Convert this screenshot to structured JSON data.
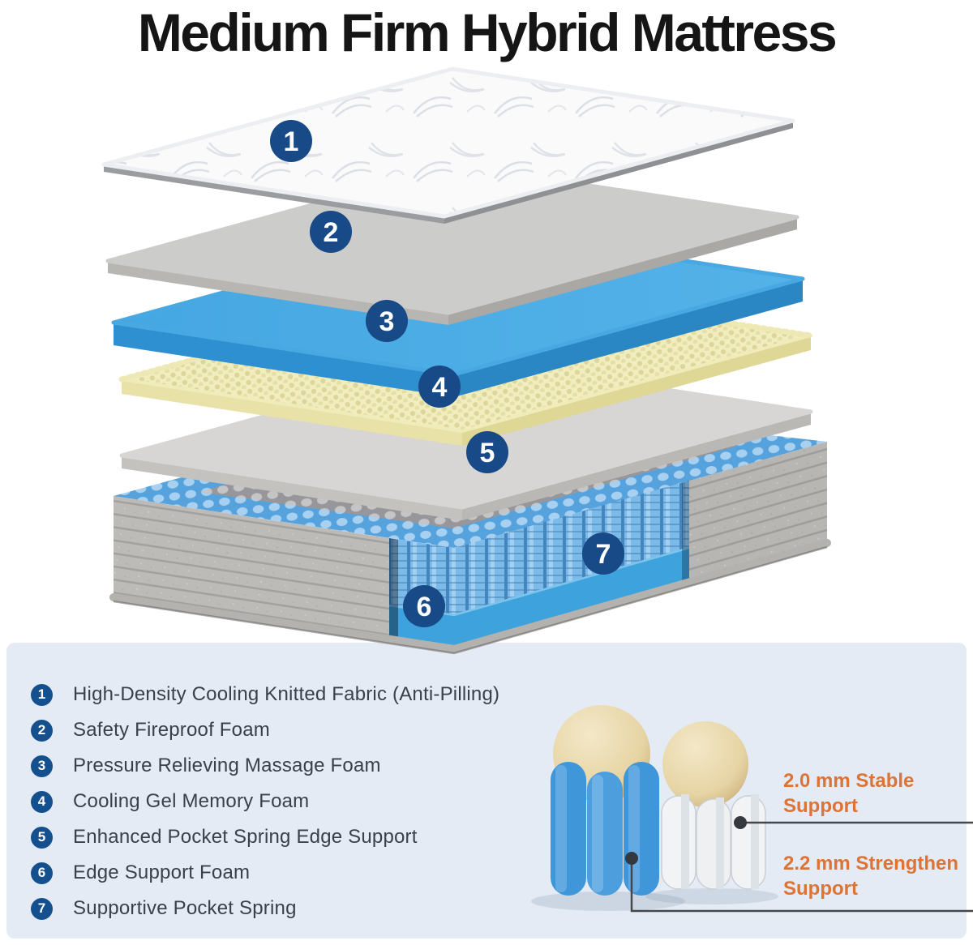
{
  "title": "Medium Firm Hybrid Mattress",
  "layers": [
    {
      "number": "1",
      "name": "High-Density Cooling Knitted Fabric (Anti-Pilling)"
    },
    {
      "number": "2",
      "name": "Safety Fireproof Foam"
    },
    {
      "number": "3",
      "name": "Pressure Relieving Massage Foam"
    },
    {
      "number": "4",
      "name": "Cooling Gel Memory Foam"
    },
    {
      "number": "5",
      "name": "Enhanced Pocket Spring Edge Support"
    },
    {
      "number": "6",
      "name": "Edge Support Foam"
    },
    {
      "number": "7",
      "name": "Supportive Pocket Spring"
    }
  ],
  "detail_callouts": [
    {
      "line1": "2.0 mm Stable",
      "line2": "Support"
    },
    {
      "line1": "2.2 mm Strengthen",
      "line2": "Support"
    }
  ],
  "colors": {
    "navy": "#174a87",
    "legend_navy": "#15508e",
    "orange": "#dd7335",
    "panel_bg": "#e4ebf5",
    "text_dark": "#3a404b",
    "foam_blue": "#41a3e0",
    "foam_blue_side": "#2f90d1",
    "foam_yellow": "#f1edbe",
    "foam_gray": "#cbcbca",
    "foam_gray2": "#d7d6d4",
    "fabric_gray": "#bcbbb8",
    "spring_blue": "#7cbbe9",
    "spring_white": "#f2f3f4",
    "ball_cream": "#ecdcae",
    "foam_bottom_blue": "#3ea2dc",
    "line_dark": "#46474a"
  }
}
